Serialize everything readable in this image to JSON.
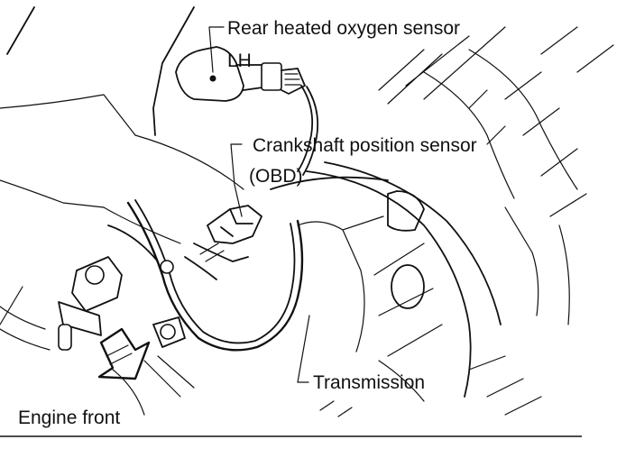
{
  "labels": {
    "rear_sensor": "Rear heated oxygen sensor",
    "lh": "LH",
    "crank_sensor": "Crankshaft position sensor",
    "obd": "(OBD)",
    "transmission": "Transmission",
    "engine_front": "Engine front"
  }
}
